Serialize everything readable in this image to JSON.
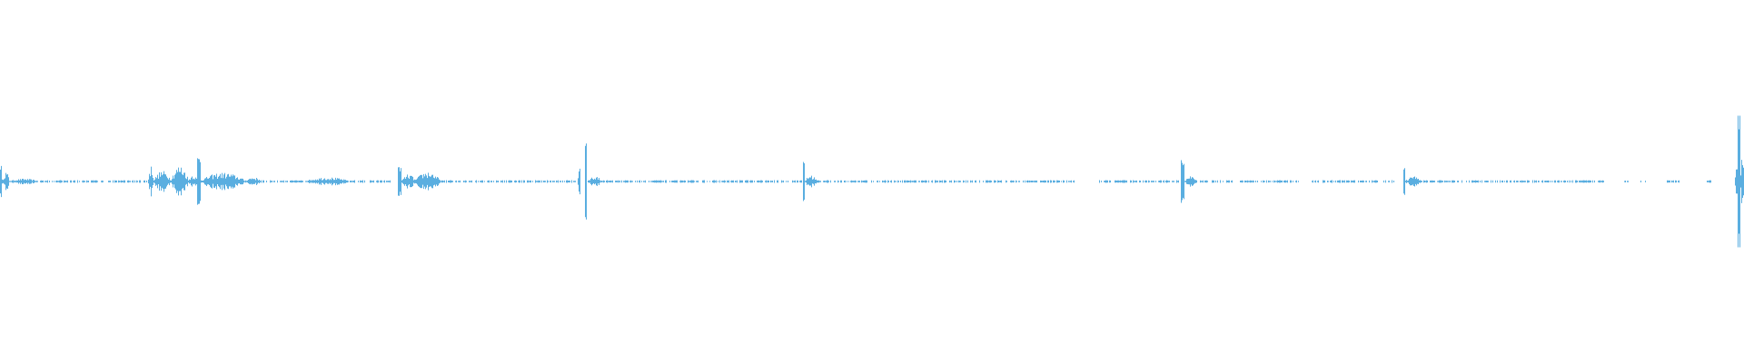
{
  "waveform": {
    "color": "#5aaee0",
    "background": "#ffffff",
    "center_fraction": 0.5,
    "segments": [
      {
        "start": 0.0,
        "end": 0.001,
        "amplitude": 0.045,
        "style": "spike"
      },
      {
        "start": 0.001,
        "end": 0.005,
        "amplitude": 0.028,
        "style": "burst"
      },
      {
        "start": 0.005,
        "end": 0.022,
        "amplitude": 0.008,
        "style": "burst"
      },
      {
        "start": 0.022,
        "end": 0.085,
        "amplitude": 0.003,
        "style": "noise"
      },
      {
        "start": 0.085,
        "end": 0.088,
        "amplitude": 0.045,
        "style": "burst"
      },
      {
        "start": 0.088,
        "end": 0.098,
        "amplitude": 0.03,
        "style": "burst"
      },
      {
        "start": 0.098,
        "end": 0.108,
        "amplitude": 0.045,
        "style": "burst"
      },
      {
        "start": 0.108,
        "end": 0.113,
        "amplitude": 0.02,
        "style": "burst"
      },
      {
        "start": 0.113,
        "end": 0.115,
        "amplitude": 0.07,
        "style": "spike"
      },
      {
        "start": 0.115,
        "end": 0.14,
        "amplitude": 0.025,
        "style": "burst"
      },
      {
        "start": 0.14,
        "end": 0.15,
        "amplitude": 0.012,
        "style": "burst"
      },
      {
        "start": 0.15,
        "end": 0.175,
        "amplitude": 0.006,
        "style": "noise"
      },
      {
        "start": 0.175,
        "end": 0.2,
        "amplitude": 0.012,
        "style": "burst"
      },
      {
        "start": 0.2,
        "end": 0.225,
        "amplitude": 0.006,
        "style": "noise"
      },
      {
        "start": 0.228,
        "end": 0.23,
        "amplitude": 0.04,
        "style": "spike"
      },
      {
        "start": 0.23,
        "end": 0.238,
        "amplitude": 0.02,
        "style": "burst"
      },
      {
        "start": 0.238,
        "end": 0.252,
        "amplitude": 0.028,
        "style": "burst"
      },
      {
        "start": 0.252,
        "end": 0.29,
        "amplitude": 0.004,
        "style": "noise"
      },
      {
        "start": 0.29,
        "end": 0.334,
        "amplitude": 0.004,
        "style": "noise"
      },
      {
        "start": 0.331,
        "end": 0.333,
        "amplitude": 0.05,
        "style": "burst"
      },
      {
        "start": 0.3355,
        "end": 0.3365,
        "amplitude": 0.11,
        "style": "spike"
      },
      {
        "start": 0.337,
        "end": 0.345,
        "amplitude": 0.015,
        "style": "burst"
      },
      {
        "start": 0.345,
        "end": 0.46,
        "amplitude": 0.003,
        "style": "noise"
      },
      {
        "start": 0.4605,
        "end": 0.4615,
        "amplitude": 0.06,
        "style": "spike"
      },
      {
        "start": 0.4615,
        "end": 0.468,
        "amplitude": 0.018,
        "style": "burst"
      },
      {
        "start": 0.468,
        "end": 0.617,
        "amplitude": 0.003,
        "style": "noise"
      },
      {
        "start": 0.63,
        "end": 0.676,
        "amplitude": 0.003,
        "style": "noise"
      },
      {
        "start": 0.677,
        "end": 0.679,
        "amplitude": 0.06,
        "style": "spike"
      },
      {
        "start": 0.679,
        "end": 0.686,
        "amplitude": 0.015,
        "style": "burst"
      },
      {
        "start": 0.686,
        "end": 0.745,
        "amplitude": 0.003,
        "style": "noise"
      },
      {
        "start": 0.752,
        "end": 0.8,
        "amplitude": 0.003,
        "style": "noise"
      },
      {
        "start": 0.8045,
        "end": 0.8055,
        "amplitude": 0.045,
        "style": "spike"
      },
      {
        "start": 0.8055,
        "end": 0.815,
        "amplitude": 0.015,
        "style": "burst"
      },
      {
        "start": 0.815,
        "end": 0.92,
        "amplitude": 0.003,
        "style": "noise"
      },
      {
        "start": 0.93,
        "end": 0.934,
        "amplitude": 0.003,
        "style": "noise"
      },
      {
        "start": 0.94,
        "end": 0.944,
        "amplitude": 0.003,
        "style": "noise"
      },
      {
        "start": 0.955,
        "end": 0.963,
        "amplitude": 0.003,
        "style": "noise"
      },
      {
        "start": 0.978,
        "end": 0.982,
        "amplitude": 0.003,
        "style": "noise"
      },
      {
        "start": 0.995,
        "end": 0.9965,
        "amplitude": 0.12,
        "style": "burst"
      },
      {
        "start": 0.9965,
        "end": 0.998,
        "amplitude": 0.2,
        "style": "spike"
      },
      {
        "start": 0.998,
        "end": 1.0,
        "amplitude": 0.09,
        "style": "burst"
      }
    ]
  }
}
